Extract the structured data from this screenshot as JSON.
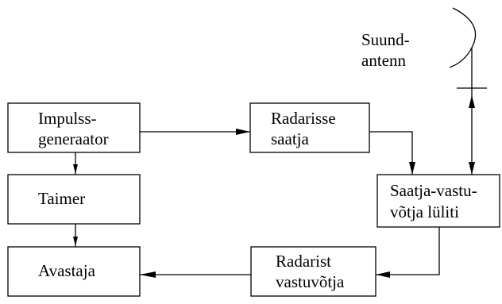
{
  "blocks": {
    "pulse_generator": {
      "line1": "Impulss-",
      "line2": "generaator"
    },
    "timer": {
      "line1": "Taimer"
    },
    "detector": {
      "line1": "Avastaja"
    },
    "radar_transmitter": {
      "line1": "Radarisse",
      "line2": "saatja"
    },
    "tr_switch": {
      "line1": "Saatja-vastu-",
      "line2": "võtja lüliti"
    },
    "radar_receiver": {
      "line1": "Radarist",
      "line2": "vastuvõtja"
    }
  },
  "antenna": {
    "line1": "Suund-",
    "line2": "antenn"
  }
}
